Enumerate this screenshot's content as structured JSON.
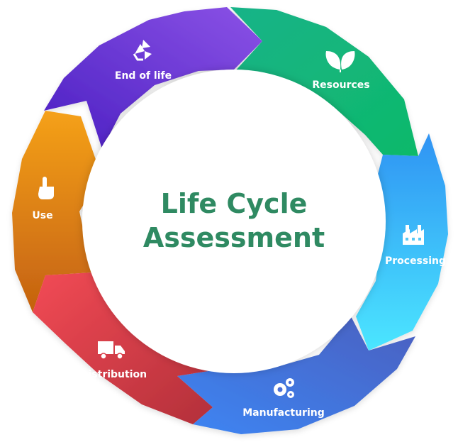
{
  "center": {
    "line1": "Life Cycle",
    "line2": "Assessment"
  },
  "colors": {
    "title": "#2f8a62",
    "end_of_life": [
      "#4a1fc2",
      "#8b52e6"
    ],
    "resources": [
      "#16b388",
      "#0fb96a"
    ],
    "processing": [
      "#2f93f3",
      "#4be6ff"
    ],
    "manufacturing": [
      "#3d86f4",
      "#4a5fbf"
    ],
    "distribution": [
      "#f24a55",
      "#b3303a"
    ],
    "use": [
      "#f5a11a",
      "#c46110"
    ]
  },
  "segments": [
    {
      "key": "end_of_life",
      "label": "End of life",
      "icon": "recycle-icon"
    },
    {
      "key": "resources",
      "label": "Resources",
      "icon": "leaves-icon"
    },
    {
      "key": "processing",
      "label": "Processing",
      "icon": "factory-icon"
    },
    {
      "key": "manufacturing",
      "label": "Manufacturing",
      "icon": "gears-icon"
    },
    {
      "key": "distribution",
      "label": "Distribution",
      "icon": "truck-icon"
    },
    {
      "key": "use",
      "label": "Use",
      "icon": "hand-pointer-icon"
    }
  ]
}
